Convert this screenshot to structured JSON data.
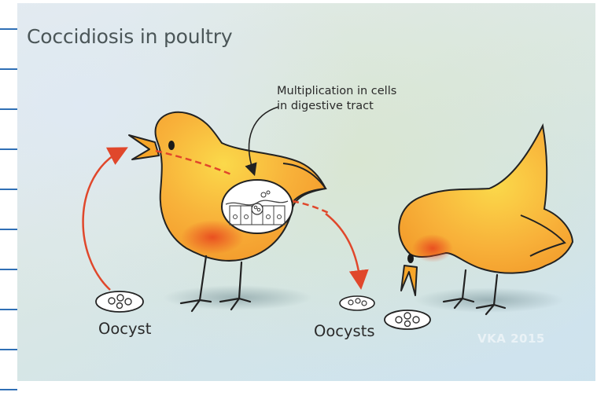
{
  "title": "Coccidiosis in poultry",
  "annotation": {
    "line1": "Multiplication in cells",
    "line2": "in digestive tract"
  },
  "labels": {
    "oocyst": "Oocyst",
    "oocysts": "Oocysts"
  },
  "watermark": "VKA 2015",
  "colors": {
    "chicken_body": "#f8b23a",
    "chicken_highlight": "#fbd94a",
    "chicken_shadow": "#ee6a24",
    "arrow": "#e0472b",
    "frame_lines": "#2f6fb5"
  }
}
